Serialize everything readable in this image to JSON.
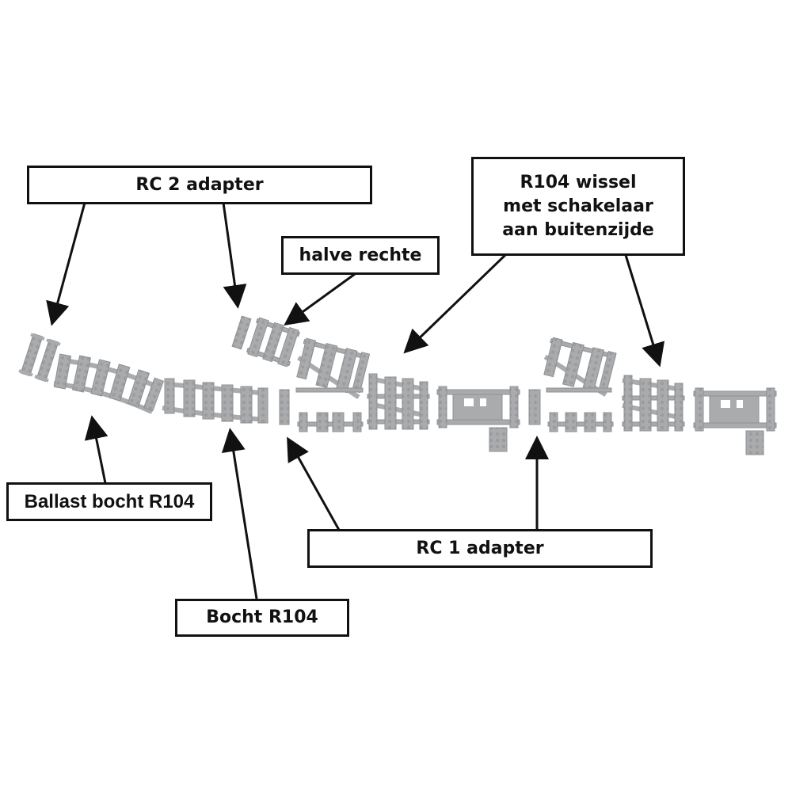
{
  "diagram": {
    "title": "R104 track components overview",
    "colors": {
      "background": "#ffffff",
      "track": "#a9abad",
      "track_dark": "#8e9093",
      "border": "#111111",
      "arrow": "#111111"
    },
    "labels": {
      "rc2_adapter": "RC 2 adapter",
      "halve_rechte": "halve rechte",
      "wissel": [
        "R104 wissel",
        "met schakelaar",
        "aan buitenzijde"
      ],
      "ballast_bocht": "Ballast bocht R104",
      "bocht": "Bocht R104",
      "rc1_adapter": "RC 1 adapter"
    },
    "pieces": [
      {
        "id": "rc2-adapter-1",
        "type": "adapter"
      },
      {
        "id": "rc2-adapter-2",
        "type": "adapter"
      },
      {
        "id": "ballast-curve",
        "type": "curve"
      },
      {
        "id": "curve",
        "type": "curve"
      },
      {
        "id": "rc2-adapter-3",
        "type": "adapter"
      },
      {
        "id": "half-straight",
        "type": "half-straight"
      },
      {
        "id": "rc1-adapter-1",
        "type": "adapter"
      },
      {
        "id": "switch-1",
        "type": "switch-diverging"
      },
      {
        "id": "switch-1-straight",
        "type": "straight-segment"
      },
      {
        "id": "switch-2",
        "type": "switch"
      },
      {
        "id": "switch-3",
        "type": "switch-with-lever"
      },
      {
        "id": "rc1-adapter-2",
        "type": "adapter"
      },
      {
        "id": "switch-4",
        "type": "switch-diverging"
      },
      {
        "id": "switch-4-straight",
        "type": "straight-segment"
      },
      {
        "id": "switch-5",
        "type": "switch"
      },
      {
        "id": "switch-6",
        "type": "switch-with-lever"
      }
    ]
  }
}
